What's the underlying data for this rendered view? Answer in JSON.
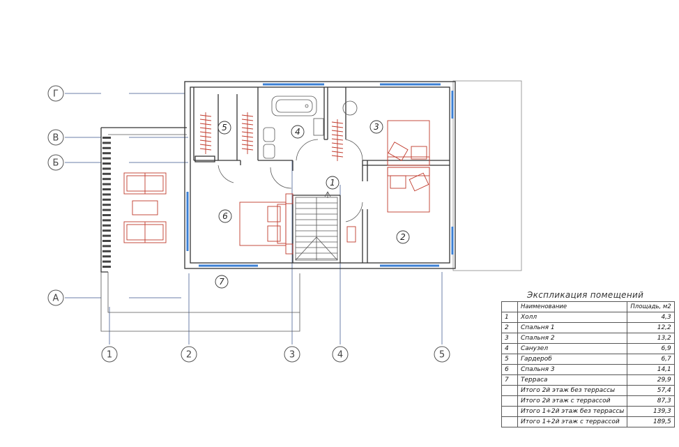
{
  "axes_letters": [
    "Г",
    "В",
    "Б",
    "А"
  ],
  "axes_numbers": [
    "1",
    "2",
    "3",
    "4",
    "5"
  ],
  "rooms": [
    "1",
    "2",
    "3",
    "4",
    "5",
    "6",
    "7"
  ],
  "explication": {
    "title": "Экспликация помещений",
    "header": {
      "num": "",
      "name": "Наименование",
      "area": "Площадь, м2"
    },
    "rows": [
      {
        "num": "1",
        "name": "Холл",
        "area": "4,3"
      },
      {
        "num": "2",
        "name": "Спальня 1",
        "area": "12,2"
      },
      {
        "num": "3",
        "name": "Спальня 2",
        "area": "13,2"
      },
      {
        "num": "4",
        "name": "Санузел",
        "area": "6,9"
      },
      {
        "num": "5",
        "name": "Гардероб",
        "area": "6,7"
      },
      {
        "num": "6",
        "name": "Спальня 3",
        "area": "14,1"
      },
      {
        "num": "7",
        "name": "Терраса",
        "area": "29,9"
      },
      {
        "num": "",
        "name": "Итого 2й этаж без террассы",
        "area": "57,4"
      },
      {
        "num": "",
        "name": "Итого 2й этаж с террассой",
        "area": "87,3"
      },
      {
        "num": "",
        "name": "Итого 1+2й этаж без террассы",
        "area": "139,3"
      },
      {
        "num": "",
        "name": "Итого 1+2й этаж с террассой",
        "area": "189,5"
      }
    ]
  }
}
